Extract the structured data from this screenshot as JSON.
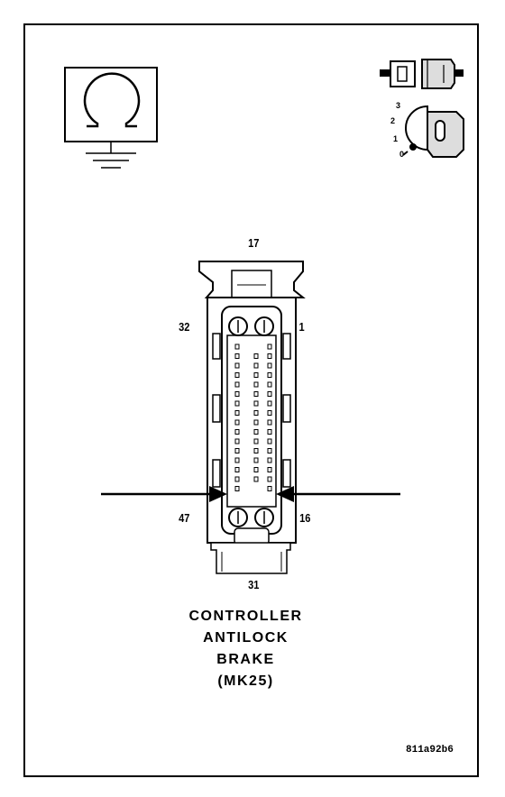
{
  "pins": {
    "top": "17",
    "upper_left": "32",
    "upper_right": "1",
    "lower_left": "47",
    "lower_right": "16",
    "bottom": "31"
  },
  "title_lines": [
    "CONTROLLER",
    "ANTILOCK",
    "BRAKE",
    "(MK25)"
  ],
  "figure_code": "811a92b6",
  "ignition_positions": [
    "3",
    "2",
    "1",
    "0"
  ],
  "icons": {
    "measurement": "ohmmeter-ground-icon",
    "connector_state": "disconnected-connector-icon",
    "ignition": "ignition-key-icon"
  }
}
